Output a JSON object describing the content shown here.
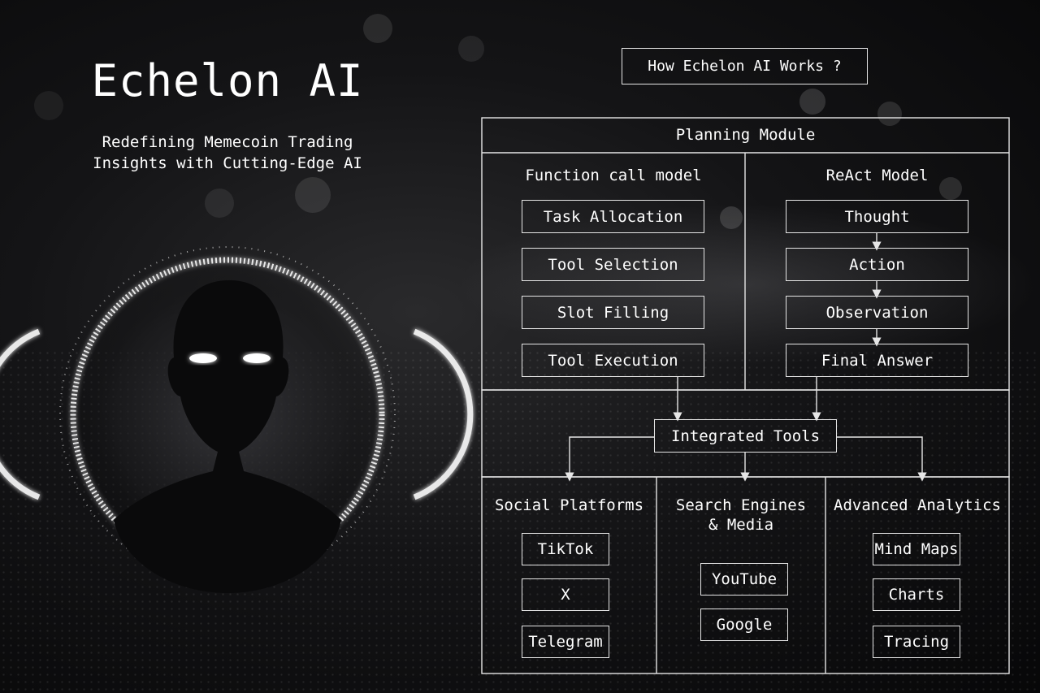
{
  "brand": {
    "title": "Echelon AI",
    "subtitle_line1": "Redefining Memecoin Trading",
    "subtitle_line2": "Insights with Cutting-Edge AI"
  },
  "header_button": "How Echelon AI Works ?",
  "planning": {
    "title": "Planning Module",
    "function_call": {
      "title": "Function call model",
      "steps": [
        "Task Allocation",
        "Tool Selection",
        "Slot Filling",
        "Tool Execution"
      ]
    },
    "react": {
      "title": "ReAct Model",
      "steps": [
        "Thought",
        "Action",
        "Observation",
        "Final Answer"
      ]
    }
  },
  "integrated_tools": "Integrated Tools",
  "categories": {
    "social": {
      "title": "Social Platforms",
      "items": [
        "TikTok",
        "X",
        "Telegram"
      ]
    },
    "search": {
      "title_line1": "Search Engines",
      "title_line2": "& Media",
      "items": [
        "YouTube",
        "Google"
      ]
    },
    "analytics": {
      "title": "Advanced Analytics",
      "items": [
        "Mind Maps",
        "Charts",
        "Tracing"
      ]
    }
  },
  "colors": {
    "background": "#0b0b0c",
    "line": "#e6e6e6",
    "text": "#ffffff"
  }
}
